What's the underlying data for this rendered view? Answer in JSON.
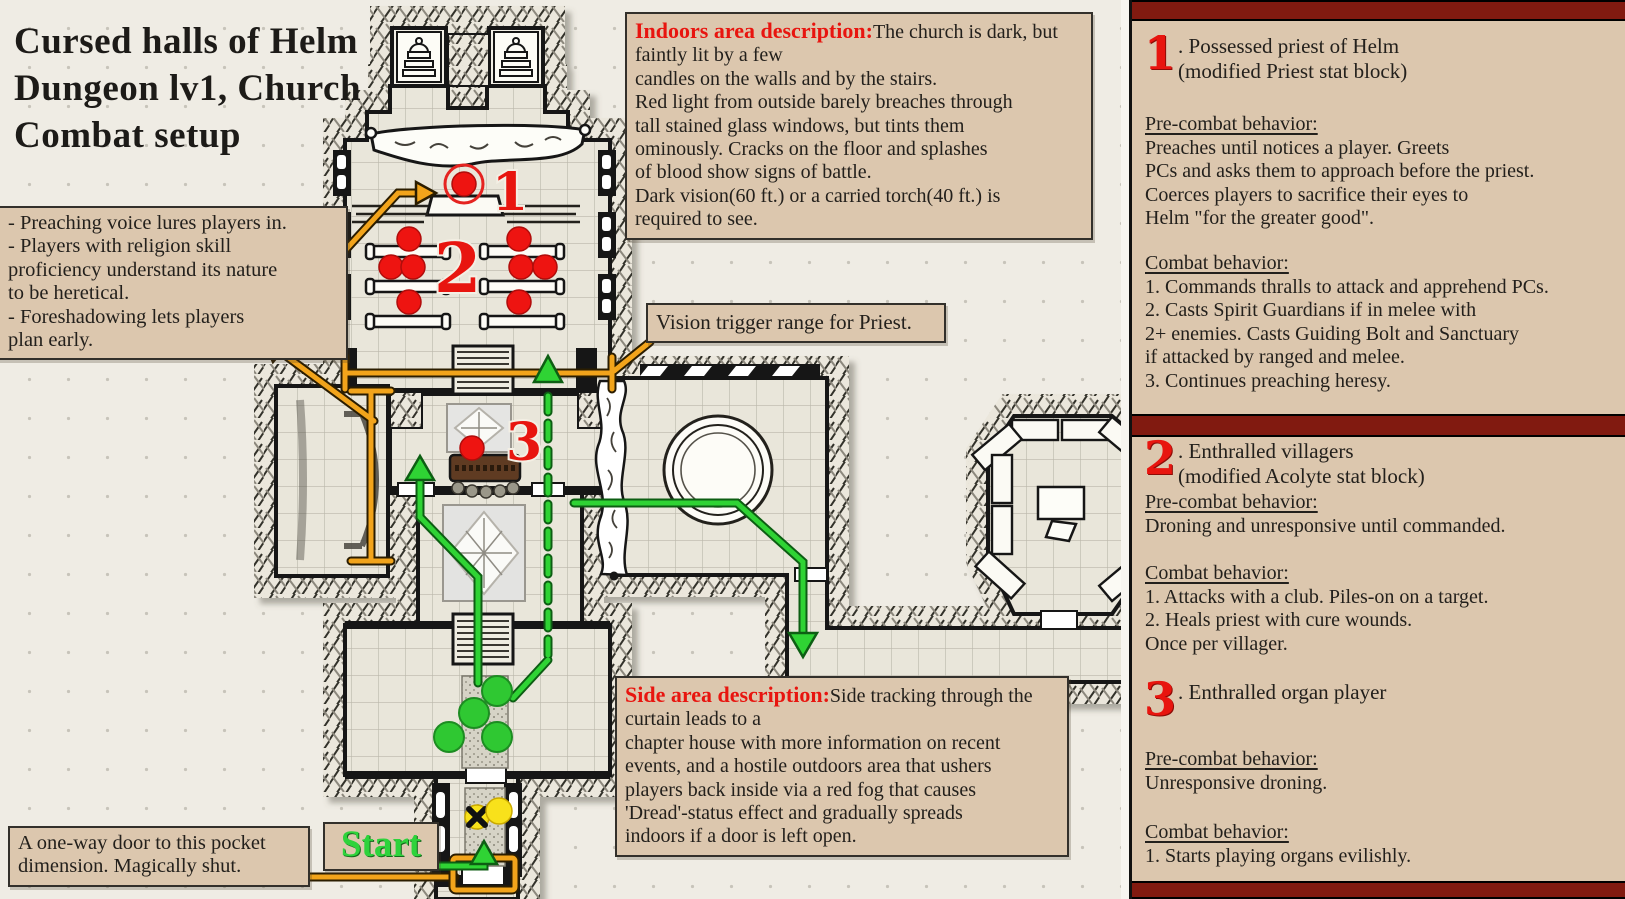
{
  "title": "Cursed halls of Helm\nDungeon lv1, Church\nCombat setup",
  "notes": {
    "left_box": "- Preaching voice lures players in.\n- Players with religion skill\nproficiency understand its nature\nto be heretical.\n- Foreshadowing lets players\nplan early.",
    "indoors": {
      "heading": "Indoors area description:",
      "body": "The church is dark, but faintly lit by a few\ncandles on the walls and by the stairs.\nRed light from outside barely breaches through\ntall stained glass windows, but tints them\nominously. Cracks on the floor and splashes\nof blood show signs of battle.\nDark vision(60 ft.) or a carried torch(40 ft.) is\nrequired to see."
    },
    "vision": "Vision trigger range for Priest.",
    "side": {
      "heading": "Side area description:",
      "body": "Side tracking through the curtain leads to a\nchapter house with more information on recent\nevents, and a hostile outdoors area that ushers\nplayers back inside via a red fog that causes\n'Dread'-status effect and gradually spreads\nindoors if a door is left open."
    },
    "one_way": "A one-way door to this pocket\ndimension. Magically shut.",
    "start": "Start"
  },
  "map": {
    "labels": {
      "priest": "1",
      "villagers": "2",
      "organist": "3"
    }
  },
  "sidebar": {
    "pre_label": "Pre-combat behavior:",
    "combat_label": "Combat behavior:",
    "sections": [
      {
        "num": "1",
        "title": ". Possessed priest of Helm\n(modified Priest stat block)",
        "pre": "Preaches until notices a player. Greets\nPCs and asks them to approach before the priest.\nCoerces players to sacrifice their eyes to\nHelm \"for the greater good\".",
        "combat": "1. Commands thralls to attack and apprehend PCs.\n2. Casts Spirit Guardians if in melee with\n2+ enemies. Casts Guiding Bolt and Sanctuary\nif attacked by ranged and melee.\n3. Continues preaching heresy."
      },
      {
        "num": "2",
        "title": ". Enthralled villagers\n(modified Acolyte stat block)",
        "pre": "Droning and unresponsive until commanded.",
        "combat": "1. Attacks with a club. Piles-on on a target.\n2. Heals priest with cure wounds.\nOnce per villager."
      },
      {
        "num": "3",
        "title": ". Enthralled organ player",
        "pre": "Unresponsive droning.",
        "combat": "1. Starts playing organs evilishly."
      }
    ]
  },
  "colors": {
    "accent_bar_red": "#811a10",
    "heading_red": "#e8150f",
    "annotation_orange": "#f2a41b",
    "annotation_green": "#2fd334",
    "marker_red": "#ee1411",
    "marker_green": "#2fc832",
    "marker_yellow": "#f8e11b",
    "box_tan": "#dcc7ae"
  }
}
